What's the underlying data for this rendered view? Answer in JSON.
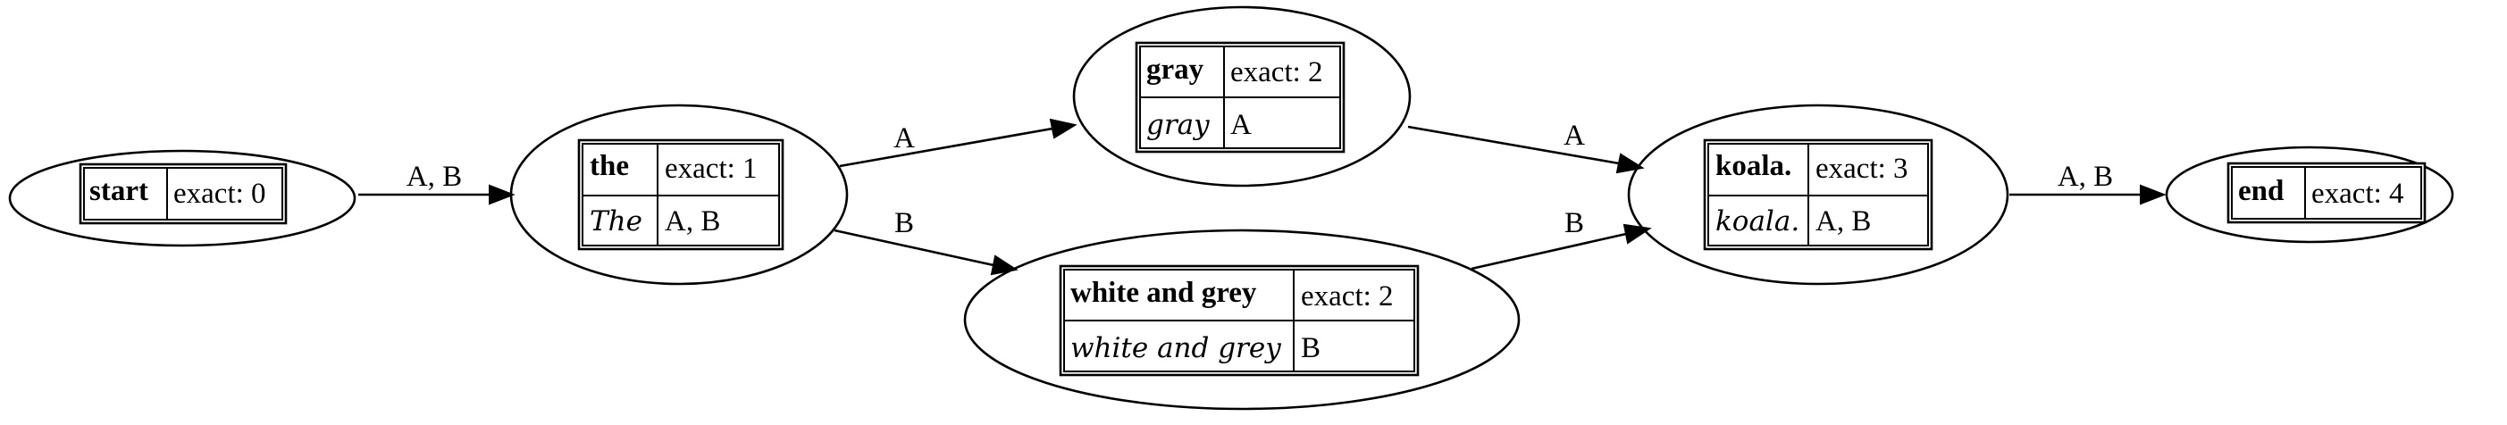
{
  "nodes": {
    "start": {
      "name": "start",
      "exact": "exact: 0"
    },
    "the": {
      "name": "the",
      "exact": "exact: 1",
      "text": "The",
      "versions": "A, B"
    },
    "gray": {
      "name": "gray",
      "exact": "exact: 2",
      "text": "gray",
      "versions": "A"
    },
    "white_and_grey": {
      "name": "white and grey",
      "exact": "exact: 2",
      "text": "white and grey",
      "versions": "B"
    },
    "koala": {
      "name": "koala.",
      "exact": "exact: 3",
      "text": "koala.",
      "versions": "A, B"
    },
    "end": {
      "name": "end",
      "exact": "exact: 4"
    }
  },
  "edges": {
    "start_the": "A, B",
    "the_gray": "A",
    "the_white": "B",
    "gray_koala": "A",
    "white_koala": "B",
    "koala_end": "A, B"
  }
}
